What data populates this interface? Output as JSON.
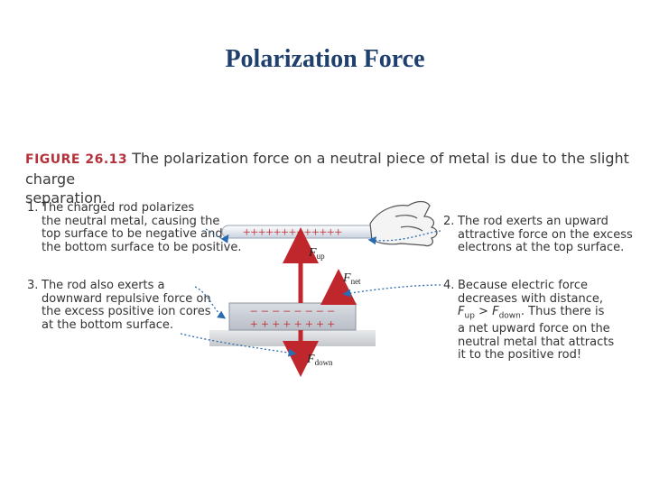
{
  "title": "Polarization Force",
  "figure": {
    "label": "FIGURE 26.13",
    "caption_line1": "The polarization force on a neutral piece of metal is due to the slight charge",
    "caption_line2": "separation."
  },
  "notes": {
    "n1": {
      "number": "1.",
      "lines": [
        "The charged rod polarizes",
        "the neutral metal, causing the",
        "top surface to be negative and",
        "the bottom surface to be positive."
      ]
    },
    "n2": {
      "number": "2.",
      "lines": [
        "The rod exerts an upward",
        "attractive force on the excess",
        "electrons at the top surface."
      ]
    },
    "n3": {
      "number": "3.",
      "lines": [
        "The rod also exerts a",
        "downward repulsive force on",
        "the excess positive ion cores",
        "at the bottom surface."
      ]
    },
    "n4": {
      "number": "4.",
      "lines": [
        "Because electric force",
        "decreases with distance,",
        "F_up > F_down. Thus there is",
        "a net upward force on the",
        "neutral metal that attracts",
        "it to the positive rod!"
      ]
    }
  },
  "diagram": {
    "rod_charges": "+++++++++++++",
    "metal_top_charges": "− − − − − − − −",
    "metal_bottom_charges": "+ + + + + + + +",
    "force_symbol": "F",
    "up_subscript": "up",
    "net_subscript": "net",
    "down_subscript": "down",
    "gt": ">",
    "thus_text": ". Thus there is",
    "colors": {
      "arrow": "#c0272d",
      "rod": "#e8ecf3",
      "metal": "#c9ced6",
      "table": "#dfe1e4",
      "leader": "#2b6cb0",
      "title": "#1f3f6e",
      "figure_label": "#b5313a"
    }
  }
}
